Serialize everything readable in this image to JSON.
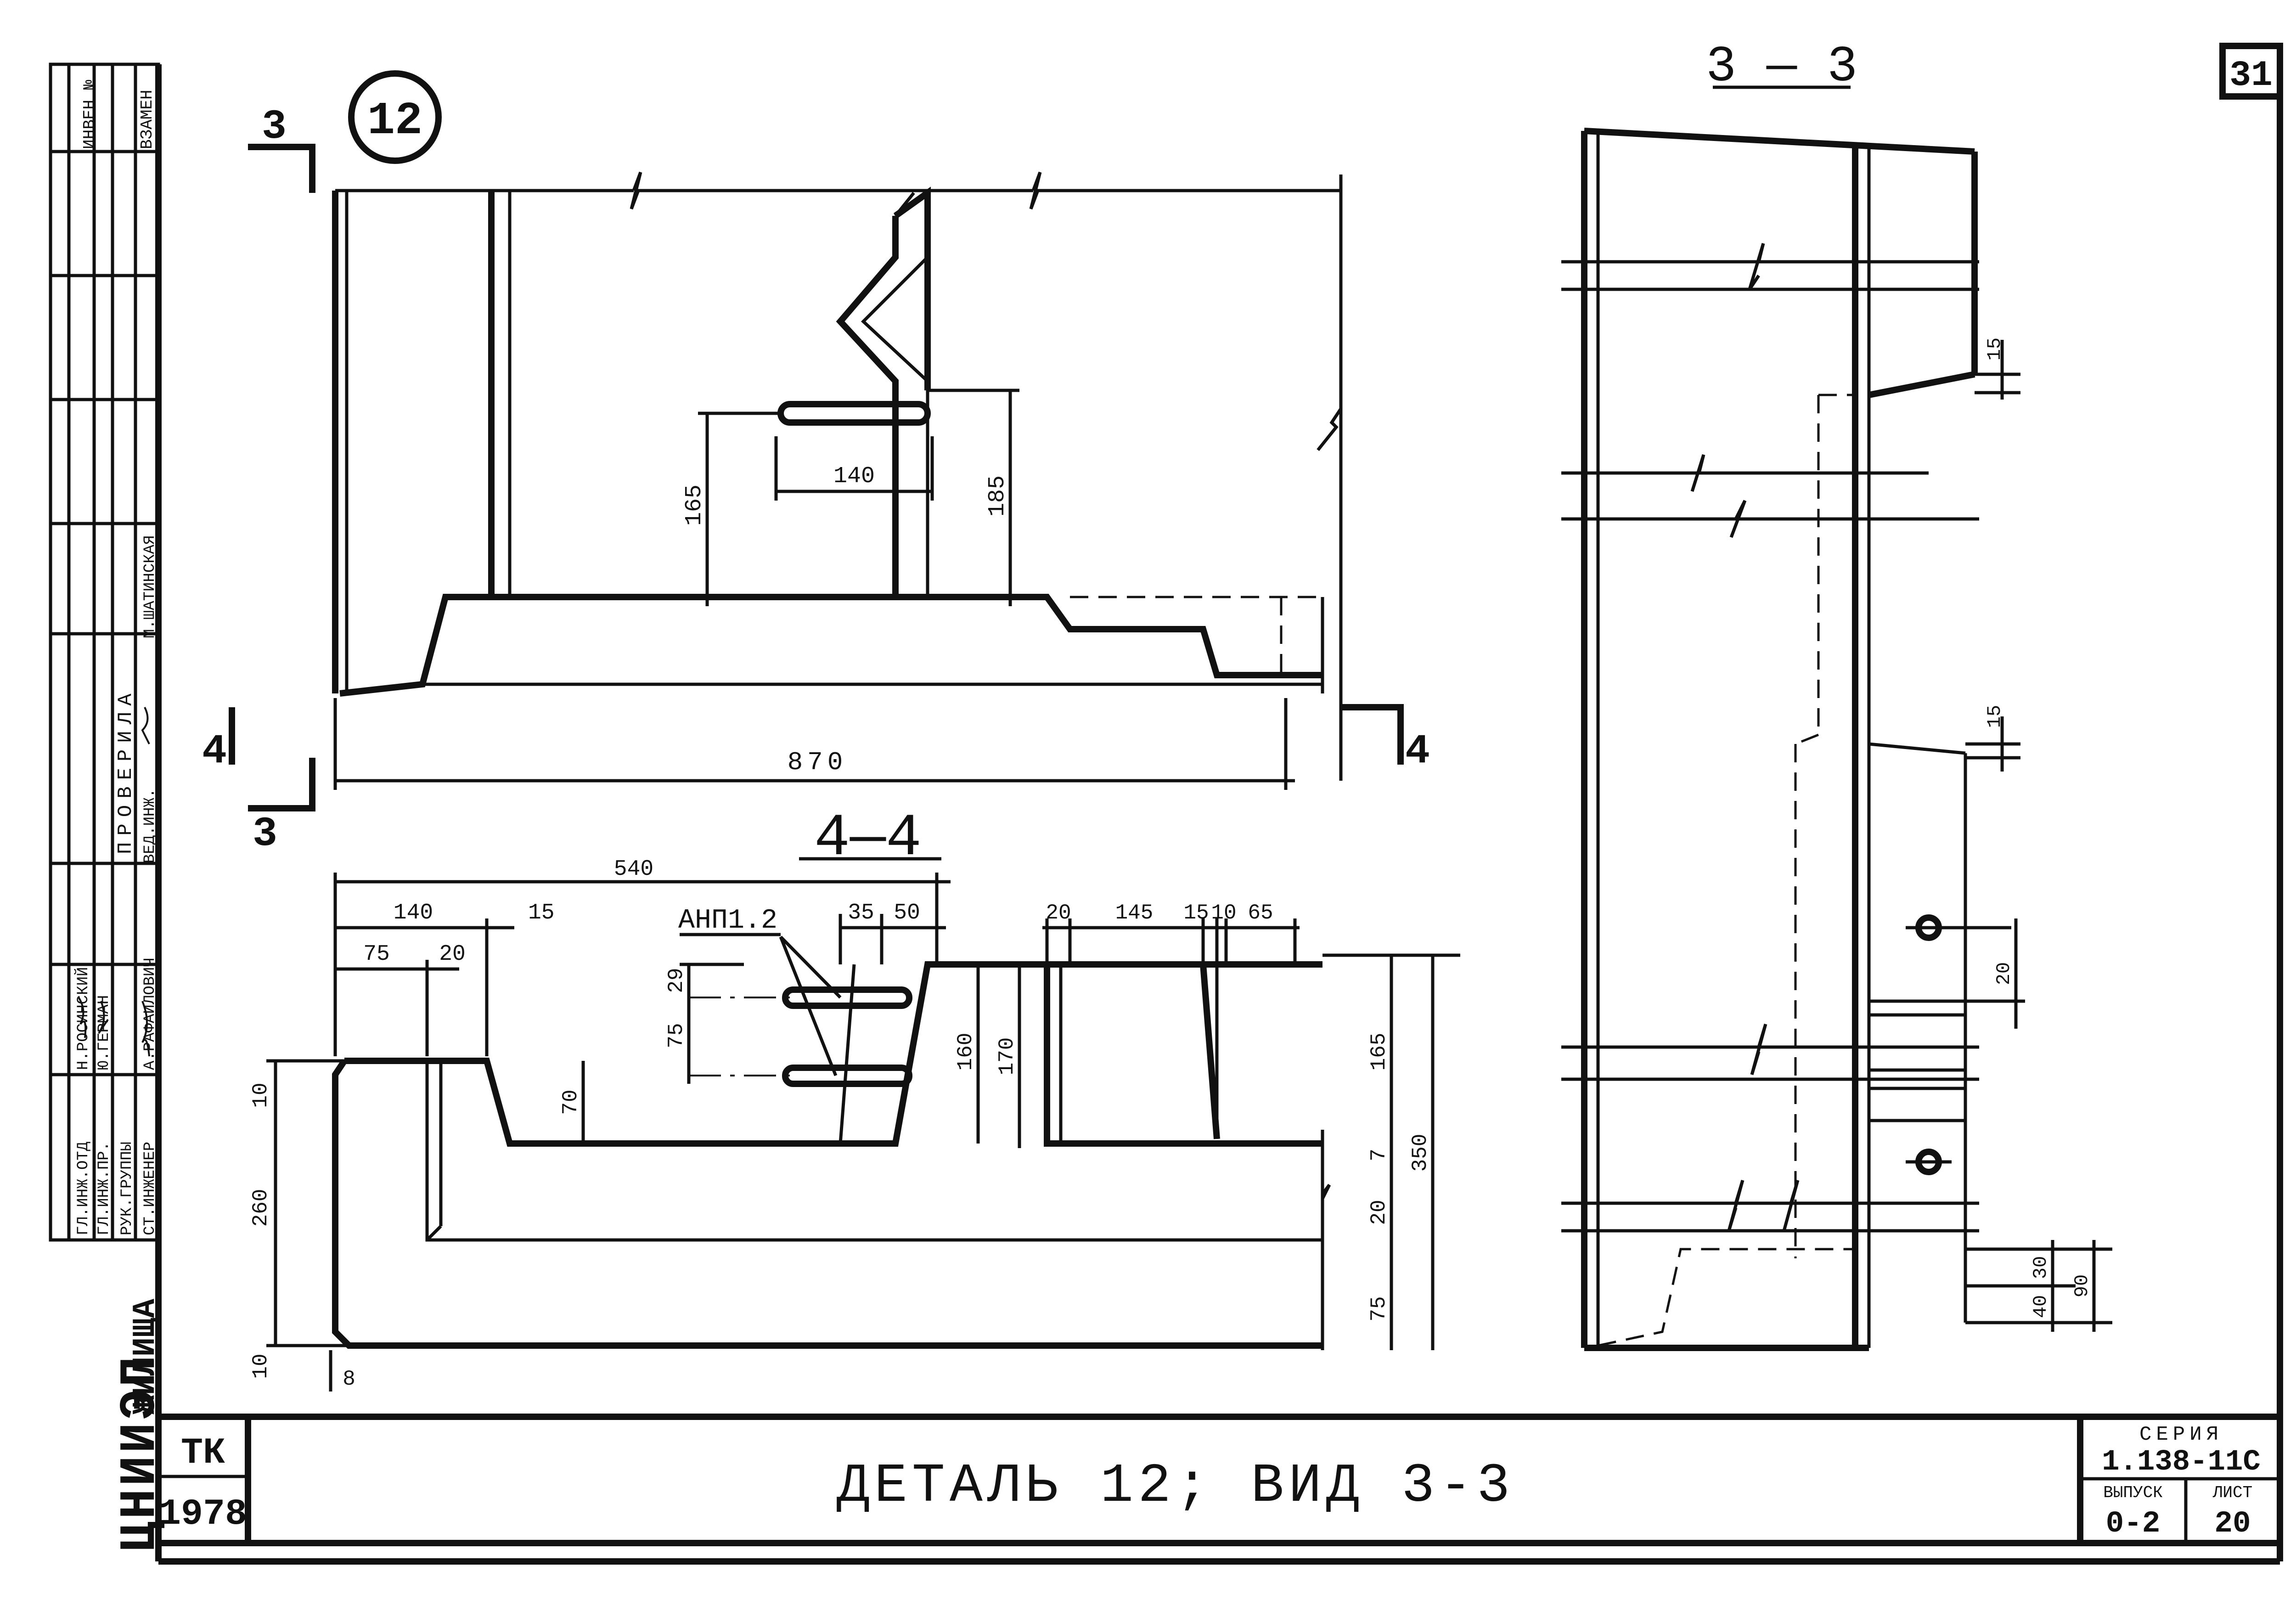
{
  "sheet": {
    "sheet_number": "31",
    "detail_marker": "12",
    "title": "ДЕТАЛЬ 12; ВИД 3-3",
    "series_label": "СЕРИЯ",
    "series_value": "1.138-11С",
    "issue_label": "ВЫПУСК",
    "issue_value": "0-2",
    "list_label": "ЛИСТ",
    "list_value": "20",
    "tk_label": "ТК",
    "year": "1978",
    "org_logo": "ЦНИИЭП",
    "org_name": "ЖИЛИЩА"
  },
  "stamp": {
    "inventory_label": "ИНВЕН №",
    "replace_label": "ВЗАМЕН",
    "checked_label": "ПРОВЕРИЛА",
    "checked_name": "М.ШАТИНСКАЯ",
    "roles": [
      "ГЛ.ИНЖ.ОТД",
      "ГЛ.ИНЖ.ПР.",
      "РУК.ГРУППЫ",
      "СТ.ИНЖЕНЕР"
    ],
    "names": [
      "Н.РОСИНСКИЙ",
      "Ю.ГЕРМАН",
      "",
      "А.РАФАИЛОВИЧ"
    ],
    "lead_role": "ВЕД.ИНЖ."
  },
  "detail12": {
    "section_mark": "3",
    "section_mark_bottom": "3",
    "section_mark_left": "4",
    "section_mark_right": "4",
    "dims": {
      "d140": "140",
      "d165": "165",
      "d185": "185",
      "d870": "870"
    }
  },
  "section44": {
    "title": "4—4",
    "anchor_label": "АНП1.2",
    "dims": {
      "d540": "540",
      "d140": "140",
      "d15": "15",
      "d75a": "75",
      "d20a": "20",
      "d35": "35",
      "d50": "50",
      "d29": "29",
      "d75b": "75",
      "d70": "70",
      "d160": "160",
      "d170": "170",
      "d20b": "20",
      "d145": "145",
      "d15b": "15",
      "d10": "10",
      "d65": "65",
      "d165": "165",
      "d7": "7",
      "d350": "350",
      "d20c": "20",
      "d75c": "75",
      "d260": "260",
      "d10a": "10",
      "d10b": "10",
      "d8": "8"
    }
  },
  "view33": {
    "title": "3 — 3",
    "dims": {
      "d15a": "15",
      "d15b": "15",
      "d20": "20",
      "d30": "30",
      "d40": "40",
      "d90": "90"
    }
  }
}
